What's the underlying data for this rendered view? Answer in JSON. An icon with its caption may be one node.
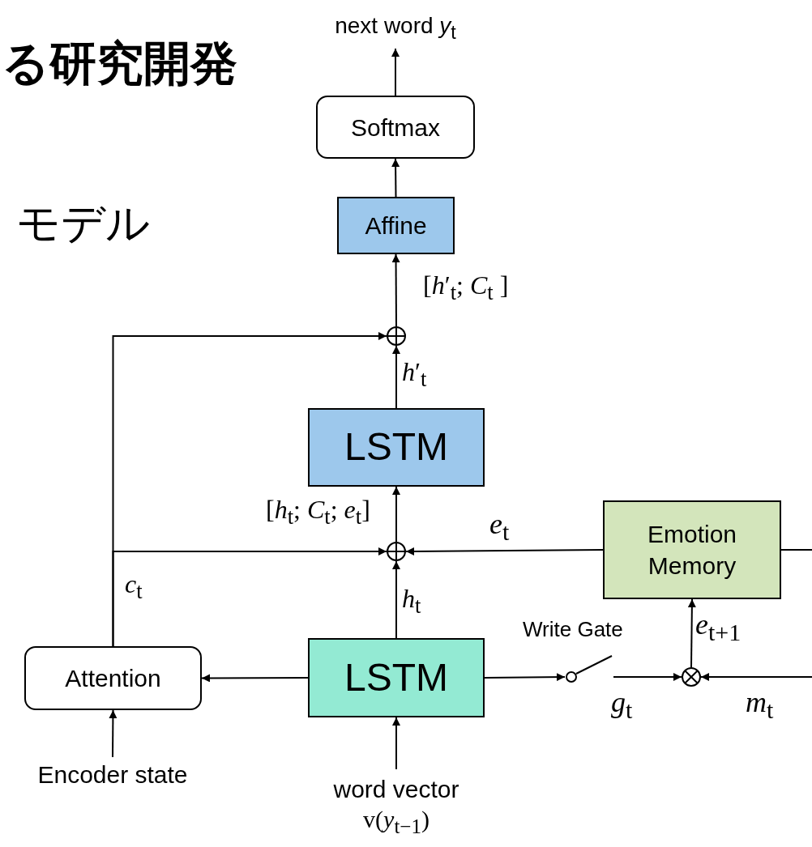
{
  "diagram": {
    "nodes": [
      {
        "text": [
          "next word *y*$_{t}$"
        ]
      },
      {
        "text": [
          "Softmax"
        ]
      },
      {
        "text": [
          "Affine"
        ]
      },
      {
        "text": [],
        "shape": "circle"
      },
      {
        "text": [
          "LSTM"
        ]
      },
      {
        "text": [],
        "shape": "circle"
      },
      {
        "text": [
          "Emotion Memory"
        ]
      },
      {
        "text": [
          "Attention"
        ]
      },
      {
        "text": [
          "LSTM"
        ]
      },
      {
        "text": [],
        "shape": "switch",
        "beside": [
          "Write Gate"
        ]
      },
      {
        "text": [],
        "shape": "circle"
      },
      {
        "text": [
          "Encoder state"
        ]
      },
      {
        "text": [
          "word vector",
          "v(*y*$_{t−1}$)"
        ]
      }
    ],
    "edges": [
      {
        "from": 1,
        "to": 0,
        "arrow": "to"
      },
      {
        "from": 2,
        "to": 1,
        "arrow": "to"
      },
      {
        "from": 3,
        "to": 2,
        "arrow": "to",
        "label": "[*h*′$_{t}$; *C*$_{t}$ ]"
      },
      {
        "from": 4,
        "to": 3,
        "arrow": "to",
        "label": "*h*′$_{t}$"
      },
      {
        "from": 7,
        "to": 3,
        "arrow": "to"
      },
      {
        "from": 7,
        "to": 5,
        "arrow": "to",
        "label": "*c*$_{t}$"
      },
      {
        "from": 5,
        "to": 4,
        "arrow": "to",
        "label": "[*h*$_{t}$; *C*$_{t}$; *e*$_{t}$]"
      },
      {
        "from": 6,
        "to": 5,
        "arrow": "to",
        "label": "*e*$_{t}$"
      },
      {
        "from": 8,
        "to": 5,
        "arrow": "to",
        "label": "*h*$_{t}$"
      },
      {
        "from": 8,
        "to": 7,
        "arrow": "to"
      },
      {
        "from": 8,
        "to": 9,
        "arrow": "to"
      },
      {
        "from": 9,
        "to": 10,
        "arrow": "to",
        "label": "*g*$_{t}$"
      },
      {
        "from": null,
        "to": 10,
        "arrow": "to",
        "label": "*m*$_{t}$"
      },
      {
        "from": 10,
        "to": 6,
        "arrow": "to",
        "label": "*e*$_{t+1}$"
      },
      {
        "from": 6,
        "to": null,
        "arrow": "none"
      },
      {
        "from": 11,
        "to": 7,
        "arrow": "to"
      },
      {
        "from": 12,
        "to": 8,
        "arrow": "to"
      }
    ],
    "labels": [
      "る研究開発",
      "モデル"
    ]
  }
}
